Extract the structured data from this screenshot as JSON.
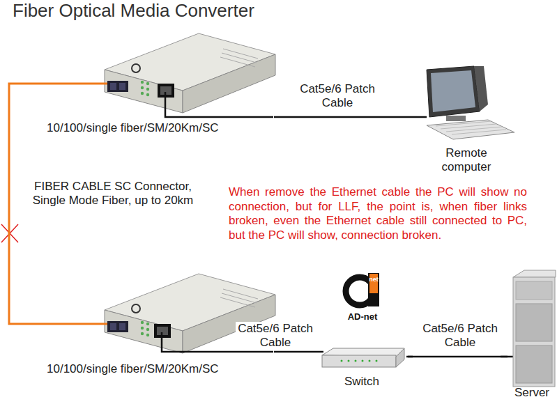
{
  "diagram": {
    "title": "Fiber Optical Media Converter",
    "nodes": [
      {
        "text": [
          "10/100/single fiber/SM/20Km/SC"
        ]
      },
      {
        "text": [
          "Remote computer"
        ]
      },
      {
        "text": [
          "10/100/single fiber/SM/20Km/SC"
        ]
      },
      {
        "text": [
          "Switch"
        ]
      },
      {
        "text": [
          "Server"
        ]
      }
    ],
    "edges": [
      {
        "from": 0,
        "to": 1,
        "arrow": "none",
        "label": "Cat5e/6 Patch Cable"
      },
      {
        "from": 0,
        "to": 2,
        "arrow": "none",
        "label": "FIBER CABLE SC Connector, Single Mode Fiber, up to 20km"
      },
      {
        "from": 2,
        "to": 3,
        "arrow": "none",
        "label": "Cat5e/6 Patch Cable"
      },
      {
        "from": 3,
        "to": 4,
        "arrow": "none",
        "label": "Cat5e/6 Patch Cable"
      }
    ],
    "labels": [
      "When remove the Ethernet cable the PC will show no connection, but for LLF, the point is, when fiber links broken, even the Ethernet cable still connected to PC, but the PC will show, connection broken.",
      "net",
      "AD-net"
    ]
  }
}
